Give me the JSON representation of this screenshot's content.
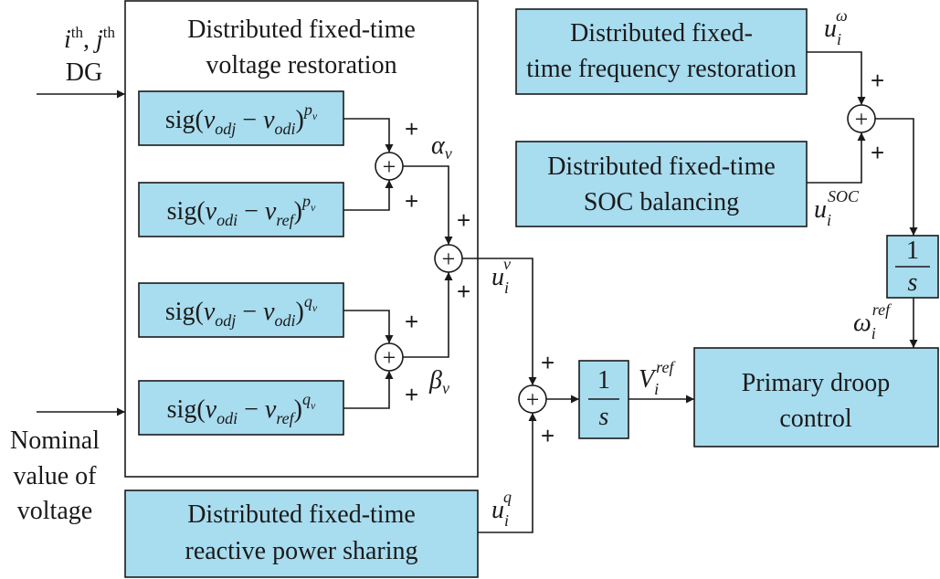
{
  "inputs": {
    "ij_dg": {
      "i": "i",
      "th": "th",
      "comma": ",",
      "j": "j",
      "th2": "th",
      "dg": "DG"
    },
    "nominal": {
      "line1": "Nominal",
      "line2": "value of",
      "line3": "voltage"
    }
  },
  "voltage_block": {
    "line1": "Distributed fixed-time",
    "line2": "voltage restoration"
  },
  "sig_terms": [
    {
      "pre": "sig(",
      "v1": "v",
      "s1": "odj",
      "minus": " − ",
      "v2": "v",
      "s2": "odi",
      "close": ")",
      "exp": "p",
      "exp_sub": "v"
    },
    {
      "pre": "sig(",
      "v1": "v",
      "s1": "odi",
      "minus": " − ",
      "v2": "v",
      "s2": "ref",
      "close": ")",
      "exp": "p",
      "exp_sub": "v"
    },
    {
      "pre": "sig(",
      "v1": "v",
      "s1": "odj",
      "minus": " − ",
      "v2": "v",
      "s2": "odi",
      "close": ")",
      "exp": "q",
      "exp_sub": "v"
    },
    {
      "pre": "sig(",
      "v1": "v",
      "s1": "odi",
      "minus": " − ",
      "v2": "v",
      "s2": "ref",
      "close": ")",
      "exp": "q",
      "exp_sub": "v"
    }
  ],
  "freq_block": {
    "line1": "Distributed fixed-",
    "line2": "time frequency restoration"
  },
  "soc_block": {
    "line1": "Distributed fixed-time",
    "line2": "SOC balancing"
  },
  "reactive_block": {
    "line1": "Distributed fixed-time",
    "line2": "reactive power sharing"
  },
  "droop_block": {
    "line1": "Primary droop",
    "line2": "control"
  },
  "integrator": {
    "num": "1",
    "den": "s"
  },
  "sum_symbol": "+",
  "plus": "+",
  "signals": {
    "alpha": {
      "sym": "α",
      "sub": "v"
    },
    "beta": {
      "sym": "β",
      "sub": "v"
    },
    "u_v": {
      "sym": "u",
      "sub": "i",
      "sup": "v"
    },
    "u_q": {
      "sym": "u",
      "sub": "i",
      "sup": "q"
    },
    "u_w": {
      "sym": "u",
      "sub": "i",
      "sup": "ω"
    },
    "u_soc": {
      "sym": "u",
      "sub": "i",
      "sup": "SOC"
    },
    "w_ref": {
      "sym": "ω",
      "sub": "i",
      "sup": "ref"
    },
    "v_ref": {
      "sym": "V",
      "sub": "i",
      "sup": "ref"
    }
  }
}
